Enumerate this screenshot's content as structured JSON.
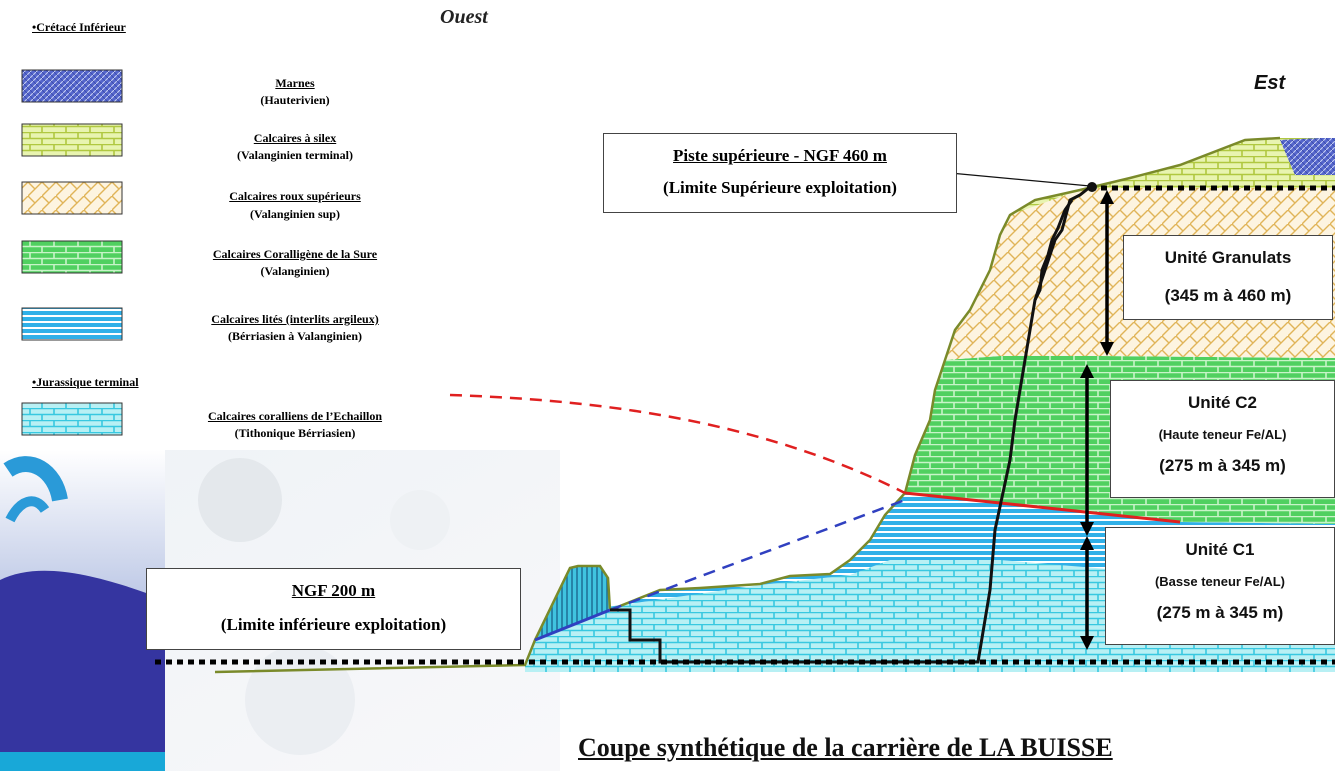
{
  "direction": {
    "west": "Ouest",
    "east": "Est"
  },
  "legend": {
    "cretace_title": "•Crétacé Inférieur",
    "jurassique_title": "•Jurassique terminal",
    "items": [
      {
        "name": "Marnes",
        "sub": "(Hauterivien)"
      },
      {
        "name": "Calcaires à silex",
        "sub": "(Valanginien terminal)"
      },
      {
        "name": "Calcaires roux supérieurs",
        "sub": "(Valanginien sup)"
      },
      {
        "name": "Calcaires Coralligène de la Sure",
        "sub": "(Valanginien)"
      },
      {
        "name": "Calcaires lités (interlits argileux)",
        "sub": "(Bérriasien  à Valanginien)"
      },
      {
        "name": "Calcaires coralliens de l’Echaillon",
        "sub": "(Tithonique Bérriasien)"
      }
    ]
  },
  "labels": {
    "upper_track": {
      "line1": "Piste supérieure - NGF 460 m",
      "line2": "(Limite Supérieure  exploitation)"
    },
    "lower_limit": {
      "line1": "NGF 200 m",
      "line2": "(Limite inférieure exploitation)"
    },
    "unit_granulats": {
      "title": "Unité Granulats",
      "range": "(345 m à 460 m)"
    },
    "unit_c2": {
      "title": "Unité C2",
      "content": "(Haute teneur Fe/AL)",
      "range": "(275 m à 345 m)"
    },
    "unit_c1": {
      "title": "Unité C1",
      "content": "(Basse teneur Fe/AL)",
      "range": "(275 m à 345 m)"
    }
  },
  "caption": "Coupe synthétique de la carrière de LA BUISSE",
  "colors": {
    "marnes": "#5566cc",
    "silex": "#c8dc50",
    "roux": "#e8c070",
    "coralligene": "#3cc84c",
    "lites": "#2aa8e0",
    "echaillon": "#40d0e0",
    "terrain_line": "#7a8a2a",
    "red_contact": "#e02020",
    "blue_dash": "#3040c0"
  }
}
